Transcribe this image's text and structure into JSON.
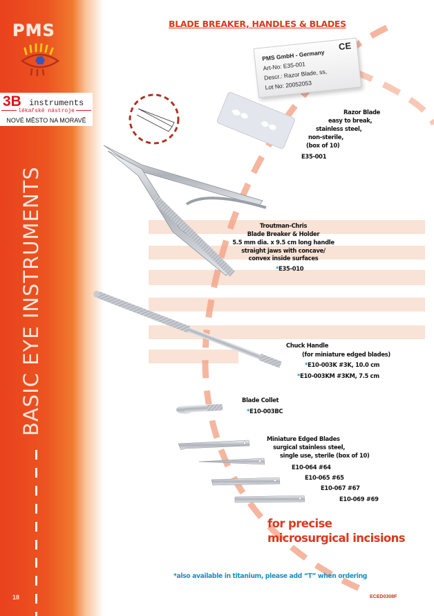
{
  "sidebar": {
    "logo_text": "PMS",
    "brand": {
      "prefix": "3B",
      "name": "instruments",
      "subtitle": "lékařské nástroje",
      "city": "NOVÉ MĚSTO NA MORAVĚ"
    },
    "section_title": "BASIC EYE INSTRUMENTS",
    "page_number": "18"
  },
  "header": {
    "title": "BLADE BREAKER, HANDLES & BLADES"
  },
  "package_label": {
    "line1": "PMS GmbH -  Germany",
    "line2": "Art-No: E35-001",
    "line3": "Descr.: Razor Blade, ss,",
    "line4": "Lot No: 20052053",
    "mark": "CE"
  },
  "products": [
    {
      "name": "Razor Blade",
      "lines": [
        "easy to break,",
        "stainless steel,",
        "non-sterile,",
        "(box of 10)"
      ],
      "codes": [
        {
          "asterisk": "",
          "code": "E35-001"
        }
      ]
    },
    {
      "name": "Troutman-Chris",
      "lines": [
        "Blade Breaker & Holder",
        "5.5 mm dia. x 9.5 cm long handle",
        "straight jaws with concave/",
        "convex inside surfaces"
      ],
      "codes": [
        {
          "asterisk": "*",
          "code": "E35-010"
        }
      ]
    },
    {
      "name": "Chuck Handle",
      "lines": [
        "(for miniature edged blades)"
      ],
      "codes": [
        {
          "asterisk": "*",
          "code": "E10-003K  #3K, 10.0 cm"
        },
        {
          "asterisk": "*",
          "code": "E10-003KM  #3KM, 7.5 cm"
        }
      ]
    },
    {
      "name": "Blade Collet",
      "lines": [],
      "codes": [
        {
          "asterisk": "*",
          "code": "E10-003BC"
        }
      ]
    },
    {
      "name": "Miniature Edged Blades",
      "lines": [
        "surgical stainless steel,",
        "single use, sterile (box of 10)"
      ],
      "codes": [
        {
          "asterisk": "",
          "code": "E10-064  #64"
        },
        {
          "asterisk": "",
          "code": "E10-065  #65"
        },
        {
          "asterisk": "",
          "code": "E10-067  #67"
        },
        {
          "asterisk": "",
          "code": "E10-069  #69"
        }
      ]
    }
  ],
  "tagline": {
    "line1": "for precise",
    "line2": "microsurgical incisions"
  },
  "footnote": "*also available in titanium, please add “T” when ordering",
  "catalog_code": "ECED0308F",
  "colors": {
    "accent_red": "#d83a20",
    "sidebar_orange": "#e9411d",
    "footnote_blue": "#1a8fc0"
  }
}
